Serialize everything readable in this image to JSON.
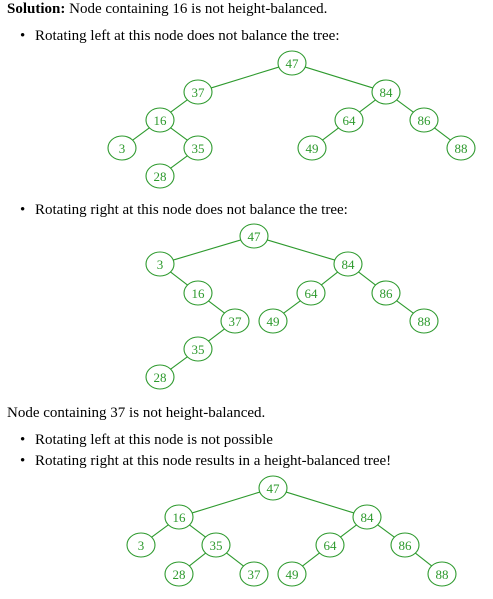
{
  "solution_label": "Solution:",
  "solution_text": "Node containing 16 is not height-balanced.",
  "bullet_1": "Rotating left at this node does not balance the tree:",
  "bullet_2": "Rotating right at this node does not balance the tree:",
  "paragraph_2": "Node containing 37 is not height-balanced.",
  "bullet_3": "Rotating left at this node is not possible",
  "bullet_4": "Rotating right at this node results in a height-balanced tree!",
  "bullet_symbol": "•",
  "node_color": "#2e9a2e",
  "trees": [
    {
      "name": "tree-after-left-rotation-at-16",
      "nodes": [
        {
          "id": "a47",
          "label": "47"
        },
        {
          "id": "a37",
          "label": "37"
        },
        {
          "id": "a84",
          "label": "84"
        },
        {
          "id": "a16",
          "label": "16"
        },
        {
          "id": "a64",
          "label": "64"
        },
        {
          "id": "a86",
          "label": "86"
        },
        {
          "id": "a3",
          "label": "3"
        },
        {
          "id": "a35",
          "label": "35"
        },
        {
          "id": "a49",
          "label": "49"
        },
        {
          "id": "a88",
          "label": "88"
        },
        {
          "id": "a28",
          "label": "28"
        }
      ],
      "edges": [
        [
          "a47",
          "a37"
        ],
        [
          "a47",
          "a84"
        ],
        [
          "a37",
          "a16"
        ],
        [
          "a16",
          "a3"
        ],
        [
          "a16",
          "a35"
        ],
        [
          "a35",
          "a28"
        ],
        [
          "a84",
          "a64"
        ],
        [
          "a84",
          "a86"
        ],
        [
          "a64",
          "a49"
        ],
        [
          "a86",
          "a88"
        ]
      ]
    },
    {
      "name": "tree-after-right-rotation-at-16",
      "nodes": [
        {
          "id": "b47",
          "label": "47"
        },
        {
          "id": "b3",
          "label": "3"
        },
        {
          "id": "b84",
          "label": "84"
        },
        {
          "id": "b16",
          "label": "16"
        },
        {
          "id": "b64",
          "label": "64"
        },
        {
          "id": "b86",
          "label": "86"
        },
        {
          "id": "b37",
          "label": "37"
        },
        {
          "id": "b49",
          "label": "49"
        },
        {
          "id": "b88",
          "label": "88"
        },
        {
          "id": "b35",
          "label": "35"
        },
        {
          "id": "b28",
          "label": "28"
        }
      ],
      "edges": [
        [
          "b47",
          "b3"
        ],
        [
          "b47",
          "b84"
        ],
        [
          "b3",
          "b16"
        ],
        [
          "b16",
          "b37"
        ],
        [
          "b37",
          "b35"
        ],
        [
          "b35",
          "b28"
        ],
        [
          "b84",
          "b64"
        ],
        [
          "b84",
          "b86"
        ],
        [
          "b64",
          "b49"
        ],
        [
          "b86",
          "b88"
        ]
      ]
    },
    {
      "name": "tree-after-right-rotation-at-37",
      "nodes": [
        {
          "id": "c47",
          "label": "47"
        },
        {
          "id": "c16",
          "label": "16"
        },
        {
          "id": "c84",
          "label": "84"
        },
        {
          "id": "c3",
          "label": "3"
        },
        {
          "id": "c35",
          "label": "35"
        },
        {
          "id": "c64",
          "label": "64"
        },
        {
          "id": "c86",
          "label": "86"
        },
        {
          "id": "c28",
          "label": "28"
        },
        {
          "id": "c37",
          "label": "37"
        },
        {
          "id": "c49",
          "label": "49"
        },
        {
          "id": "c88",
          "label": "88"
        }
      ],
      "edges": [
        [
          "c47",
          "c16"
        ],
        [
          "c47",
          "c84"
        ],
        [
          "c16",
          "c3"
        ],
        [
          "c16",
          "c35"
        ],
        [
          "c35",
          "c28"
        ],
        [
          "c35",
          "c37"
        ],
        [
          "c84",
          "c64"
        ],
        [
          "c84",
          "c86"
        ],
        [
          "c64",
          "c49"
        ],
        [
          "c86",
          "c88"
        ]
      ]
    }
  ]
}
